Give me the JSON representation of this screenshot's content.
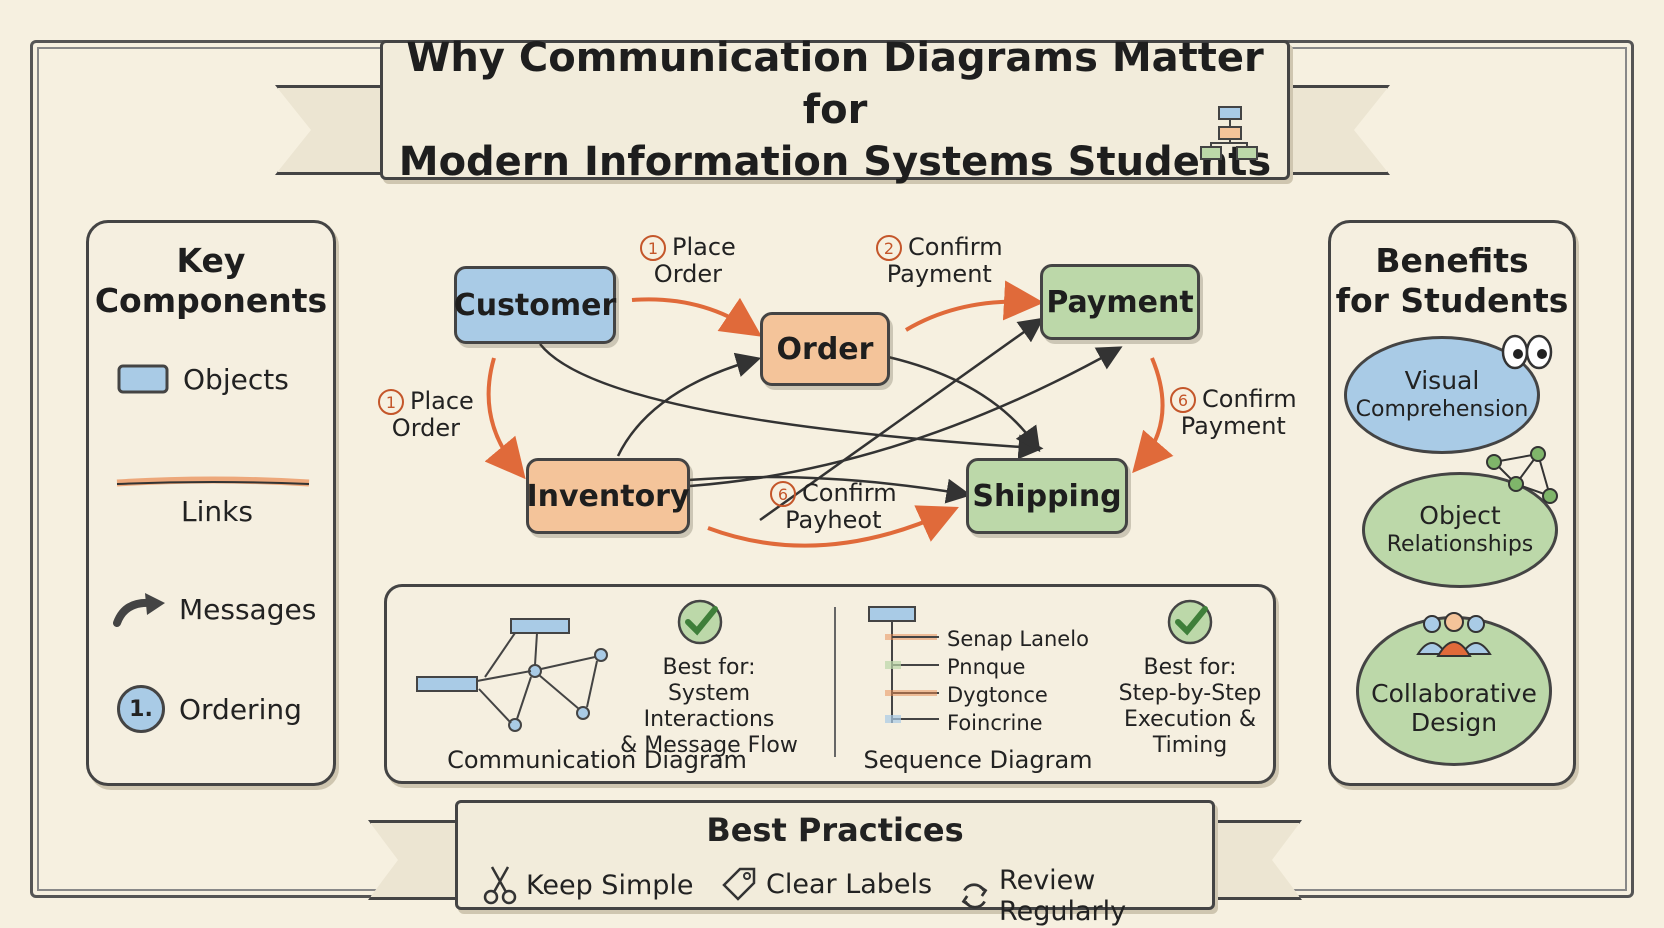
{
  "title": {
    "line1": "Why Communication Diagrams Matter for",
    "line2": "Modern Information Systems Students"
  },
  "key_components": {
    "heading_line1": "Key",
    "heading_line2": "Components",
    "items": [
      {
        "label": "Objects",
        "icon": "object-box-icon"
      },
      {
        "label": "Links",
        "icon": "link-line-icon"
      },
      {
        "label": "Messages",
        "icon": "message-arrow-icon"
      },
      {
        "label": "Ordering",
        "icon": "ordering-number-icon",
        "icon_text": "1."
      }
    ]
  },
  "diagram": {
    "nodes": {
      "customer": "Customer",
      "order": "Order",
      "payment": "Payment",
      "inventory": "Inventory",
      "shipping": "Shipping"
    },
    "messages": [
      {
        "num": "1",
        "line1": "Place",
        "line2": "Order"
      },
      {
        "num": "2",
        "line1": "Confirm",
        "line2": "Payment"
      },
      {
        "num": "1",
        "line1": "Place",
        "line2": "Order"
      },
      {
        "num": "6",
        "line1": "Confirm",
        "line2": "Payment"
      },
      {
        "num": "6",
        "line1": "Confirm",
        "line2": "Payheot"
      }
    ]
  },
  "comparison": {
    "communication": {
      "best_for_label": "Best for:",
      "best_for_line1": "System Interactions",
      "best_for_line2": "& Message Flow",
      "caption": "Communication Diagram"
    },
    "sequence": {
      "lines": [
        "Senap  Lanelo",
        "Pnnque",
        "Dygtonce",
        "Foincrine"
      ],
      "best_for_label": "Best for:",
      "best_for_line1": "Step-by-Step",
      "best_for_line2": "Execution &",
      "best_for_line3": "Timing",
      "caption": "Sequence Diagram"
    }
  },
  "benefits": {
    "heading_line1": "Benefits",
    "heading_line2": "for Students",
    "items": [
      {
        "line1": "Visual",
        "line2": "Comprehension",
        "icon": "eyes-icon",
        "color": "#a9cbe6"
      },
      {
        "line1": "Object",
        "line2": "Relationships",
        "icon": "network-icon",
        "color": "#bcd8a9"
      },
      {
        "line1": "Collaborative",
        "line2": "Design",
        "icon": "people-icon",
        "color": "#bcd8a9"
      }
    ]
  },
  "best_practices": {
    "heading": "Best Practices",
    "items": [
      {
        "label": "Keep Simple",
        "icon": "scissors-icon"
      },
      {
        "label": "Clear Labels",
        "icon": "tag-icon"
      },
      {
        "label": "Review Regularly",
        "icon": "refresh-icon"
      }
    ]
  },
  "colors": {
    "background": "#f6f0e0",
    "object_blue": "#a9cbe6",
    "object_orange": "#f4c49a",
    "object_green": "#bcd8a9",
    "arrow_orange": "#e06a3a",
    "check_green": "#3f7f3a"
  }
}
